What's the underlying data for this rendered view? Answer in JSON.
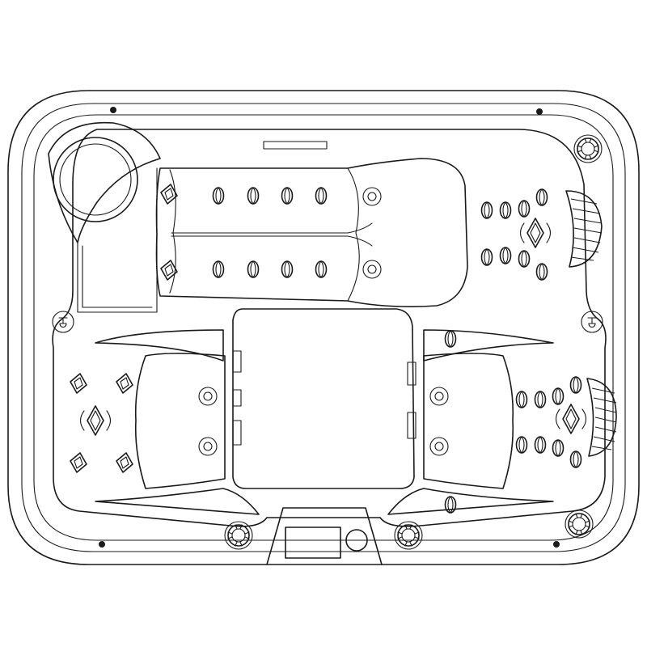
{
  "drawing": {
    "subject": "spa-top-view",
    "line_color": "#1a1a1a",
    "background": "#ffffff",
    "seats": [
      "left-lounger",
      "center-seat",
      "left-bench",
      "right-bench"
    ],
    "icons": [
      "jet-icon",
      "rotary-jet-icon",
      "swirl-jet-icon",
      "diverter-valve-icon",
      "cup-holder-icon",
      "mounting-hole-icon",
      "pillow-icon",
      "control-panel-icon",
      "filter-icon",
      "light-icon"
    ]
  }
}
